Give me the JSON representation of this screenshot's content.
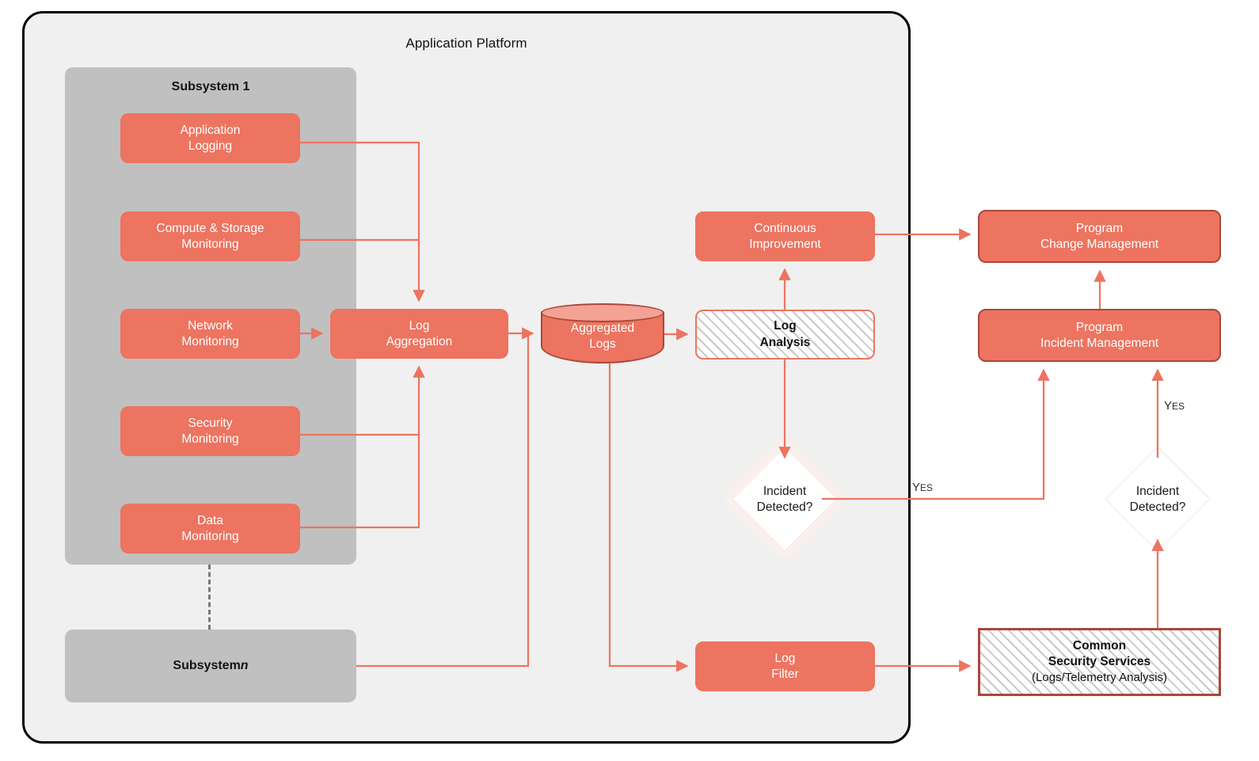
{
  "diagram": {
    "title": "Application Platform",
    "colors": {
      "node_fill": "#ec7460",
      "node_edge_dark": "#a9483a",
      "subsystem_fill": "#c0c0c0",
      "platform_fill": "#f0f0f0",
      "platform_border": "#000000",
      "connector": "#ec7460",
      "hatch_line": "#c9c9c9",
      "dashed_link": "#777777",
      "cylinder_top": "#f3a294"
    }
  },
  "platform": {
    "title": "Application Platform"
  },
  "subsystem_1": {
    "label_prefix": "Subsystem ",
    "label_index": "1",
    "nodes": [
      {
        "id": "application-logging",
        "line1": "Application",
        "line2": "Logging"
      },
      {
        "id": "compute-storage-monitoring",
        "line1": "Compute & Storage",
        "line2": "Monitoring"
      },
      {
        "id": "network-monitoring",
        "line1": "Network",
        "line2": "Monitoring"
      },
      {
        "id": "security-monitoring",
        "line1": "Security",
        "line2": "Monitoring"
      },
      {
        "id": "data-monitoring",
        "line1": "Data",
        "line2": "Monitoring"
      }
    ]
  },
  "subsystem_n": {
    "label_prefix": "Subsystem ",
    "label_index": "n"
  },
  "pipeline": {
    "log_aggregation": {
      "line1": "Log",
      "line2": "Aggregation"
    },
    "aggregated_logs": {
      "line1": "Aggregated",
      "line2": "Logs"
    },
    "log_analysis": {
      "line1": "Log",
      "line2": "Analysis"
    },
    "continuous_improvement": {
      "line1": "Continuous",
      "line2": "Improvement"
    },
    "log_filter": {
      "line1": "Log",
      "line2": "Filter"
    }
  },
  "decisions": {
    "incident_detected_left": {
      "line1": "Incident",
      "line2": "Detected?"
    },
    "incident_detected_right": {
      "line1": "Incident",
      "line2": "Detected?"
    }
  },
  "edge_labels": {
    "yes_left": {
      "big": "Y",
      "small": "ES"
    },
    "yes_right": {
      "big": "Y",
      "small": "ES"
    }
  },
  "program": {
    "change_management": {
      "line1": "Program",
      "line2": "Change Management"
    },
    "incident_management": {
      "line1": "Program",
      "line2": "Incident Management"
    },
    "common_security_services": {
      "line1": "Common",
      "line2": "Security Services",
      "line3": "(Logs/Telemetry Analysis)"
    }
  }
}
